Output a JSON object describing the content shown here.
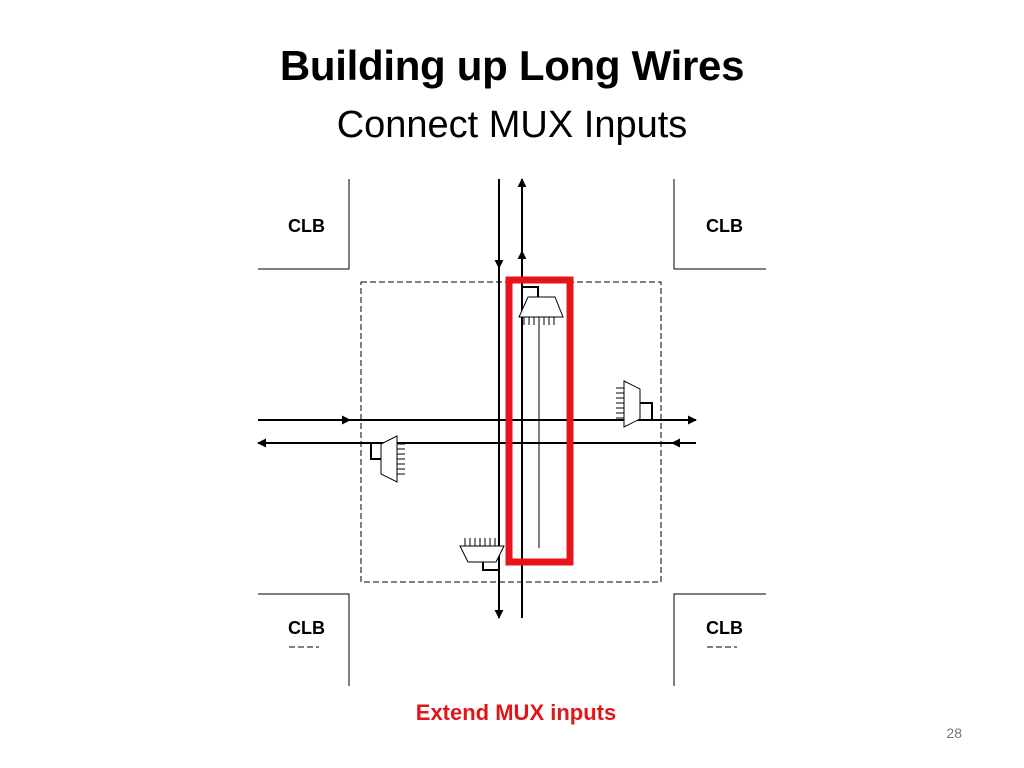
{
  "slide": {
    "title": "Building up Long Wires",
    "subtitle": "Connect MUX Inputs",
    "caption": "Extend MUX inputs",
    "page_number": "28"
  },
  "diagram": {
    "clb_labels": [
      "CLB",
      "CLB",
      "CLB",
      "CLB"
    ],
    "highlight_color": "#e8141b",
    "wire_color": "#000000"
  }
}
